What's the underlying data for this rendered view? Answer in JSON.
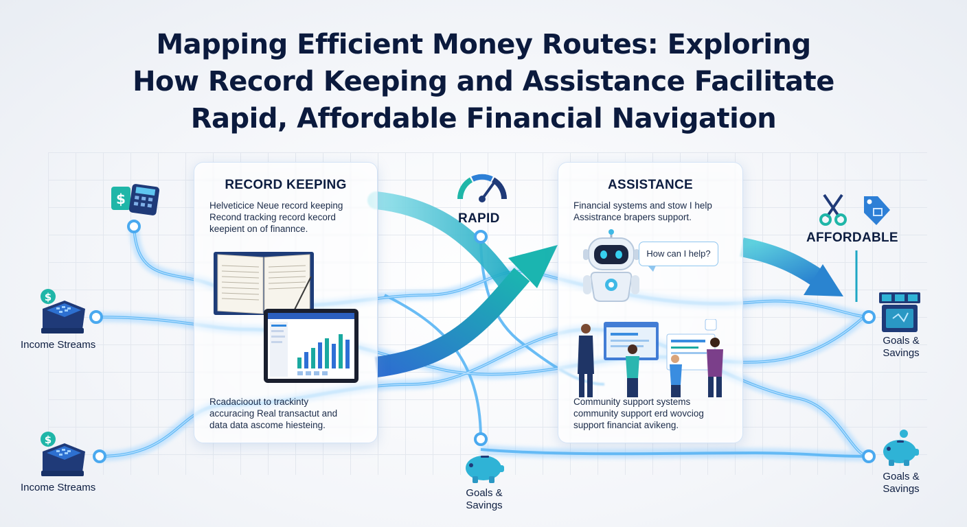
{
  "title": {
    "line1": "Mapping Efficient Money Routes: Exploring",
    "line2": "How Record Keeping and Assistance Facilitate",
    "line3": "Rapid, Affordable Financial Navigation"
  },
  "record_keeping": {
    "heading": "RECORD KEEPING",
    "intro_lines": [
      "Helveticice Neue record keeping",
      "Recond tracking record kecord",
      "keepient on of finannce."
    ],
    "footer_lines": [
      "Rcadacioout to trackinty",
      "accuracing Real transactut and",
      "data data ascome hiesteing."
    ]
  },
  "assistance": {
    "heading": "ASSISTANCE",
    "intro_lines": [
      "Financial systems and stow I help",
      "Assistrance brapers support."
    ],
    "bubble": "How can I help?",
    "footer_lines": [
      "Community support systems",
      "community support erd wovciog",
      "support financiat avikeng."
    ]
  },
  "labels": {
    "rapid": "RAPID",
    "affordable": "AFFORDABLE",
    "income_streams_1": "Income Streams",
    "income_streams_2": "Income Streams",
    "goals_center_1": "Goals &",
    "goals_center_2": "Savings",
    "goals_right_top_1": "Goals &",
    "goals_right_top_2": "Savings",
    "goals_right_bottom_1": "Goals &",
    "goals_right_bottom_2": "Savings"
  },
  "icons": {
    "calculator_top": "dollar-calculator-icon",
    "register_mid": "cash-register-icon",
    "register_bottom": "cash-register-icon",
    "speedometer": "speedometer-icon",
    "scissors": "scissors-icon",
    "price_tag": "price-tag-icon",
    "robot": "robot-assistant-icon",
    "piggy_bank": "piggy-bank-icon",
    "shop": "storefront-icon"
  },
  "colors": {
    "navy": "#0b1a3d",
    "teal": "#1fb6c8",
    "blue": "#2d7fd6",
    "glow": "#7cc6ff"
  }
}
